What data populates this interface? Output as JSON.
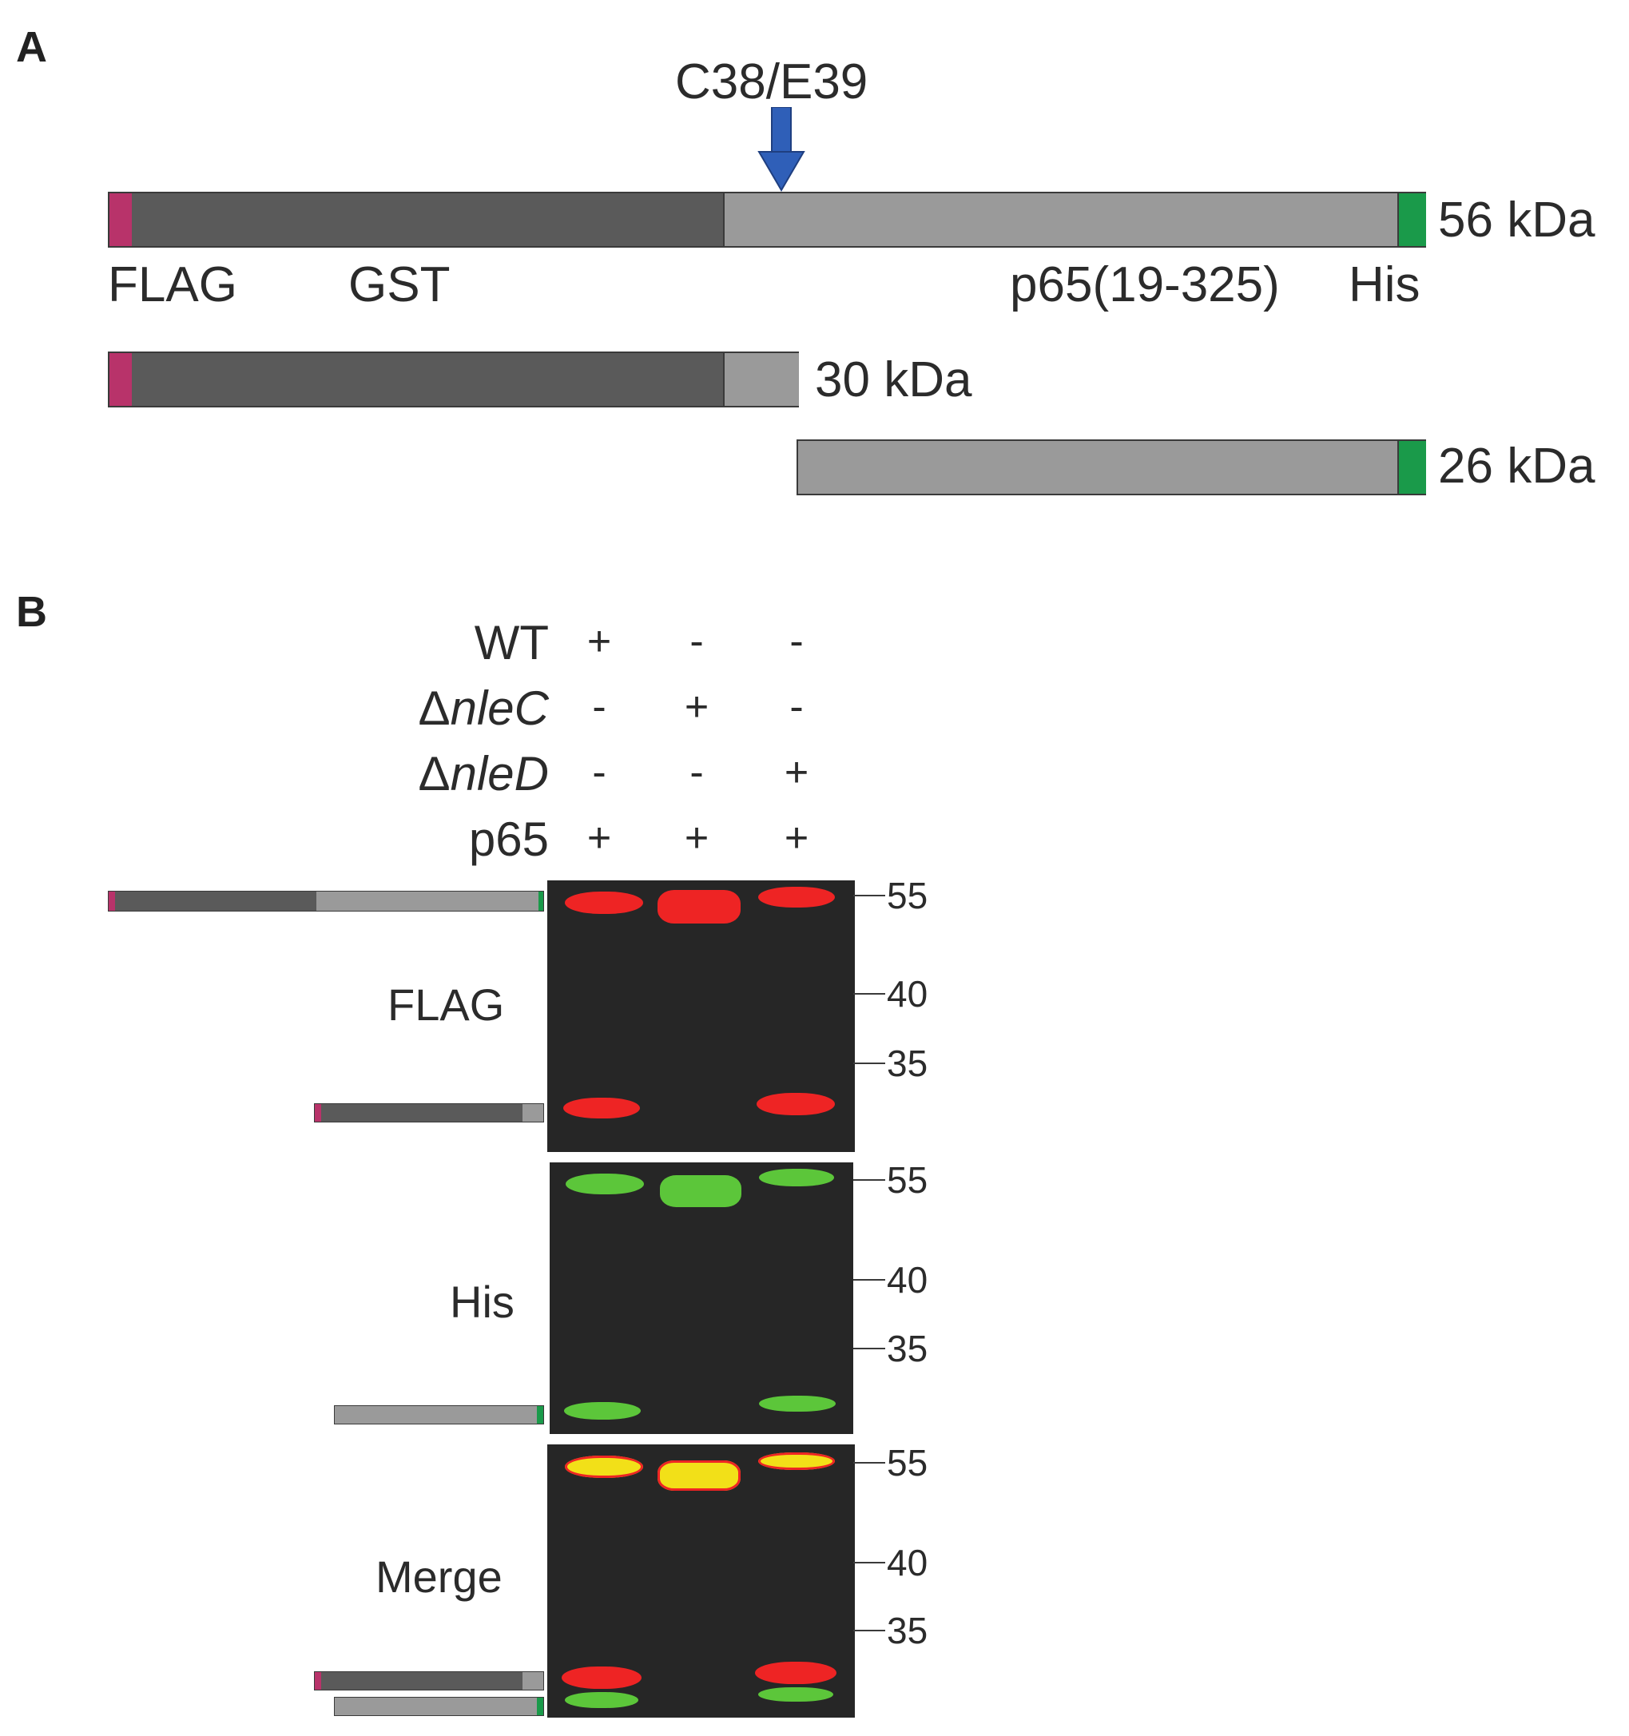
{
  "panel_a": {
    "letter": "A",
    "cleavage_site": "C38/E39",
    "full_size": "56 kDa",
    "domains": {
      "flag": "FLAG",
      "gst": "GST",
      "p65": "p65(19-325)",
      "his": "His"
    },
    "fragment_n_size": "30 kDa",
    "fragment_c_size": "26 kDa"
  },
  "panel_b": {
    "letter": "B",
    "conditions": [
      {
        "label": "WT",
        "marks": [
          "+",
          "-",
          "-"
        ]
      },
      {
        "label": "nleC",
        "marks": [
          "-",
          "+",
          "-"
        ]
      },
      {
        "label": "nleD",
        "marks": [
          "-",
          "-",
          "+"
        ]
      },
      {
        "label": "p65",
        "marks": [
          "+",
          "+",
          "+"
        ]
      }
    ],
    "delta": "Δ",
    "blots": [
      {
        "name": "FLAG",
        "markers": [
          "55",
          "40",
          "35"
        ]
      },
      {
        "name": "His",
        "markers": [
          "55",
          "40",
          "35"
        ]
      },
      {
        "name": "Merge",
        "markers": [
          "55",
          "40",
          "35"
        ]
      }
    ]
  },
  "colors": {
    "flag_tag": "#b8336a",
    "gst": "#5a5a5a",
    "p65": "#9a9a9a",
    "his_tag": "#1a9a4a",
    "arrow": "#2f5fb8",
    "blot_bg": "#262626",
    "band_red": "#ee2424",
    "band_green": "#5cc63a",
    "band_yellow": "#f2e018"
  }
}
